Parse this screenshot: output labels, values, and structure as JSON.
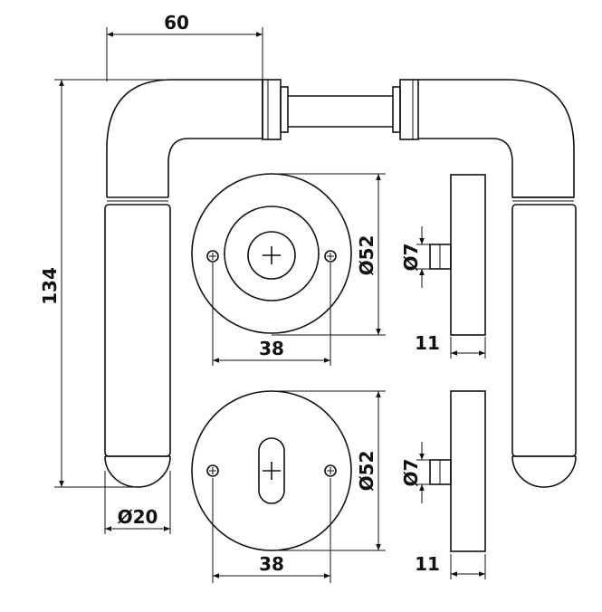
{
  "drawing": {
    "handle": {
      "width_label": "60",
      "height_label": "134",
      "diameter_label": "Ø20"
    },
    "rosette_top": {
      "diameter_label": "Ø52",
      "hole_spacing_label": "38",
      "spindle_label": "Ø7",
      "thickness_label": "11"
    },
    "rosette_bottom": {
      "diameter_label": "Ø52",
      "hole_spacing_label": "38",
      "spindle_label": "Ø7",
      "thickness_label": "11"
    }
  }
}
